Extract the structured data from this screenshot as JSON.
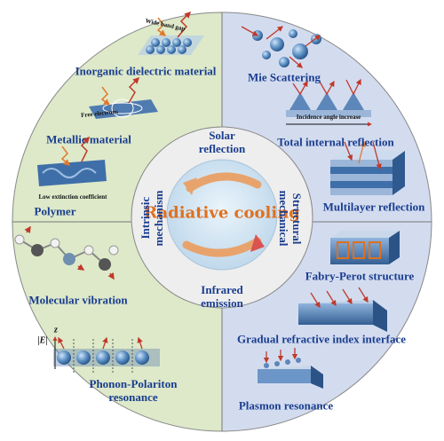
{
  "center": {
    "title": "Radiative cooling"
  },
  "inner_ring": {
    "top": [
      "Solar",
      "reflection"
    ],
    "bottom": [
      "Infrared",
      "emission"
    ],
    "left": [
      "Intrinsic",
      "mechanism"
    ],
    "right": [
      "Structural",
      "mechanical"
    ]
  },
  "left_half": [
    {
      "label": "Inorganic dielectric material",
      "annotation": "Wide band gap"
    },
    {
      "label": "Metallic material",
      "annotation": "Free electrons"
    },
    {
      "label": "Polymer",
      "annotation": "Low extinction coefficient"
    },
    {
      "label": "Molecular vibration"
    },
    {
      "label": [
        "Phonon-Polariton",
        "resonance"
      ],
      "axis_z": "z",
      "axis_e": "|E|"
    }
  ],
  "right_half": [
    {
      "label": "Mie Scattering"
    },
    {
      "label": "Total internal reflection",
      "annotation": "Incidence angle increase"
    },
    {
      "label": "Multilayer reflection"
    },
    {
      "label": "Fabry-Perot structure"
    },
    {
      "label": "Gradual refractive index interface"
    },
    {
      "label": "Plasmon resonance"
    }
  ],
  "colors": {
    "left_fill": "#dde9c9",
    "right_fill": "#d3dcef",
    "label_text": "#1a3d8f",
    "center_text": "#e0701e",
    "arrow_orange": "#e8a36c",
    "arrow_red": "#d9534f"
  }
}
